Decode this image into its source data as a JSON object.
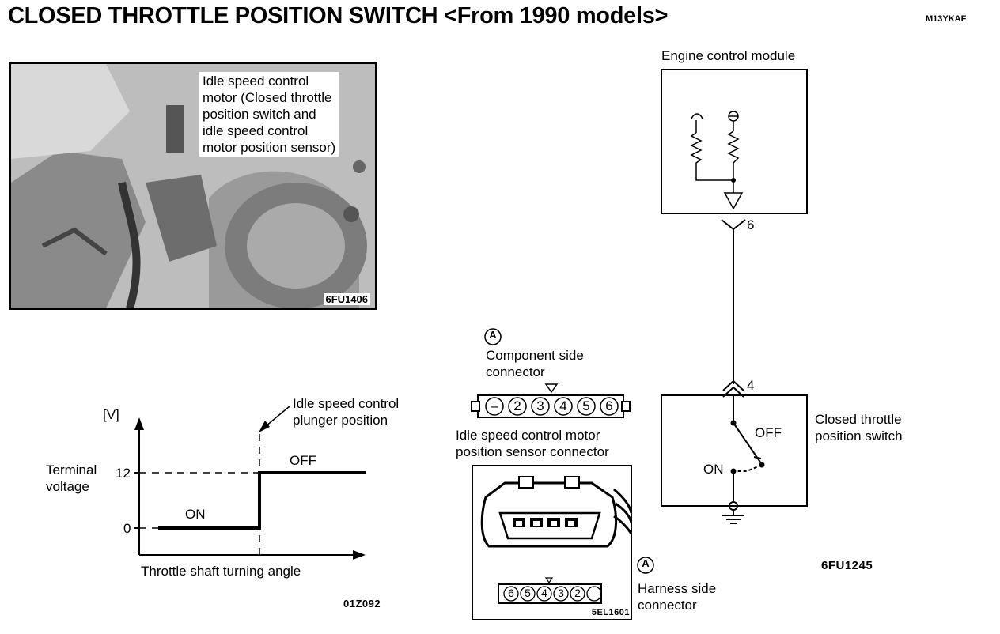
{
  "header": {
    "title": "CLOSED THROTTLE POSITION SWITCH <From 1990 models>",
    "code": "M13YKAF"
  },
  "photo": {
    "label_lines": [
      "Idle speed control",
      "motor (Closed throttle",
      "position switch and",
      "idle speed control",
      "motor position sensor)"
    ],
    "code": "6FU1406"
  },
  "graph": {
    "y_unit": "[V]",
    "y_label_lines": [
      "Terminal",
      "voltage"
    ],
    "y_tick_12": "12",
    "y_tick_0": "0",
    "on_label": "ON",
    "off_label": "OFF",
    "x_label": "Throttle shaft turning angle",
    "plunger_label_lines": [
      "Idle speed control",
      "plunger position"
    ],
    "code": "01Z092"
  },
  "component_connector": {
    "marker": "A",
    "label_lines": [
      "Component side",
      "connector"
    ],
    "pins": [
      "–",
      "2",
      "3",
      "4",
      "5",
      "6"
    ]
  },
  "sensor_connector": {
    "label_lines": [
      "Idle speed control motor",
      "position sensor connector"
    ],
    "code": "5EL1601"
  },
  "harness_connector": {
    "marker": "A",
    "label_lines": [
      "Harness side",
      "connector"
    ],
    "pins": [
      "6",
      "5",
      "4",
      "3",
      "2",
      "–"
    ]
  },
  "circuit": {
    "ecm_label": "Engine control module",
    "terminal_top": "6",
    "terminal_bottom": "4",
    "switch_label_lines": [
      "Closed throttle",
      "position switch"
    ],
    "off_label": "OFF",
    "on_label": "ON",
    "code": "6FU1245"
  }
}
